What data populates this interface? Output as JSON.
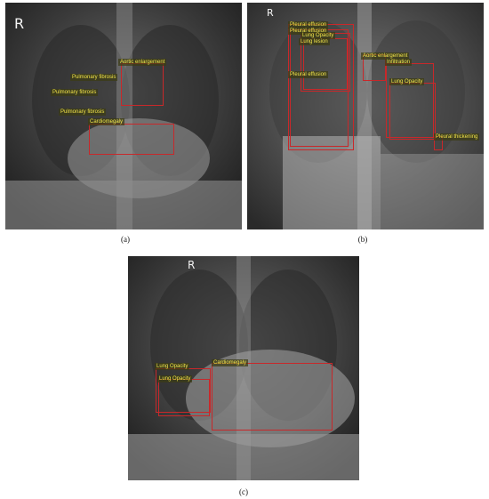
{
  "panels": {
    "a": {
      "caption": "(a)",
      "marker": "R",
      "findings": [
        "Aortic enlargement",
        "Pulmonary fibrosis",
        "Pulmonary fibrosis",
        "Pulmonary fibrosis",
        "Cardiomegaly"
      ]
    },
    "b": {
      "caption": "(b)",
      "marker": "R",
      "findings": [
        "Pleural effusion",
        "Pleural effusion",
        "Lung Opacity",
        "Lung lesion",
        "Aortic enlargement",
        "Infiltration",
        "Lung Opacity",
        "Pleural effusion",
        "Pleural thickening"
      ]
    },
    "c": {
      "caption": "(c)",
      "marker": "R",
      "findings": [
        "Lung Opacity",
        "Cardiomegaly",
        "Lung Opacity"
      ]
    }
  },
  "colors": {
    "box": "#c8282a",
    "label_text": "#f2e44a"
  }
}
